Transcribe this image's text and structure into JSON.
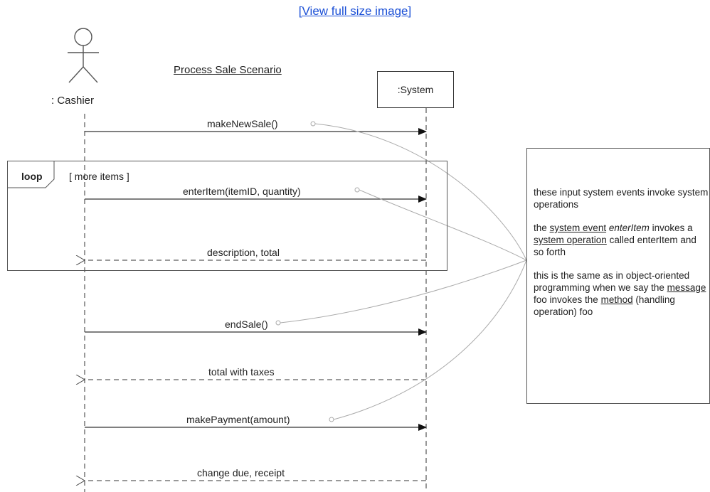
{
  "header": {
    "link": "[View full size image]"
  },
  "diagram": {
    "title": "Process Sale Scenario",
    "actor": ": Cashier",
    "system": ":System",
    "loop": {
      "label": "loop",
      "guard": "[ more items ]"
    },
    "messages": [
      {
        "text": "makeNewSale()"
      },
      {
        "text": "enterItem(itemID, quantity)"
      },
      {
        "text": "description, total"
      },
      {
        "text": "endSale()"
      },
      {
        "text": "total with taxes"
      },
      {
        "text": "makePayment(amount)"
      },
      {
        "text": "change due, receipt"
      }
    ],
    "note": {
      "p1": "these input system events invoke system operations",
      "p2_a": "the",
      "p2_b": "system event",
      "p2_c": "enterItem",
      "p2_d": "invokes a",
      "p2_e": "system operation",
      "p2_f": "called enterItem and so forth",
      "p3_a": "this is the same as in object-oriented programming when we say the",
      "p3_b": "message",
      "p3_c": "foo invokes the",
      "p3_d": "method",
      "p3_e": "(handling operation) foo"
    }
  }
}
